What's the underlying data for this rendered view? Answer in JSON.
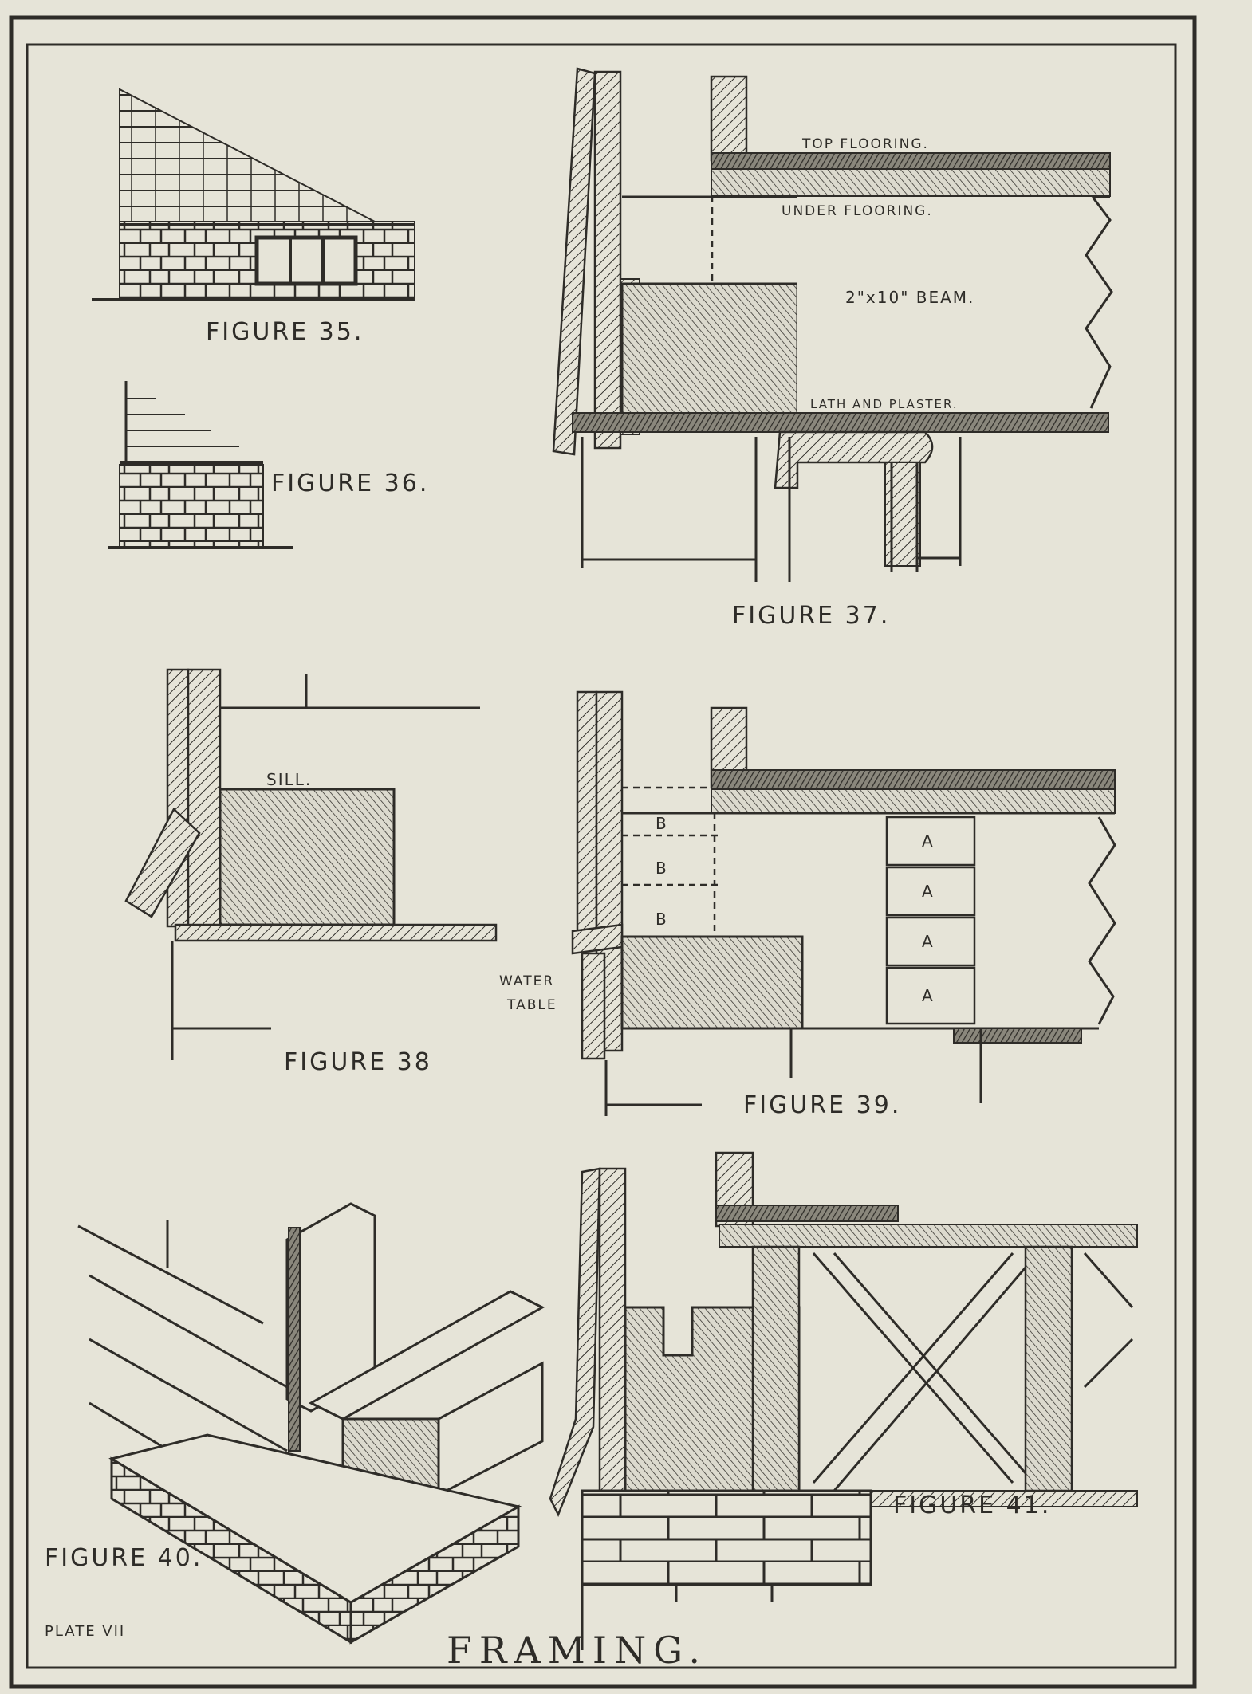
{
  "plate": {
    "title": "FRAMING.",
    "plate_number": "PLATE VII"
  },
  "figures": {
    "fig35": {
      "caption": "FIGURE 35."
    },
    "fig36": {
      "caption": "FIGURE 36."
    },
    "fig37": {
      "caption": "FIGURE 37.",
      "labels": {
        "top_flooring": "TOP FLOORING.",
        "under_flooring": "UNDER FLOORING.",
        "beam": "2\"x10\" BEAM.",
        "lath": "LATH AND PLASTER."
      }
    },
    "fig38": {
      "caption": "FIGURE 38",
      "labels": {
        "sill": "SILL."
      }
    },
    "fig39": {
      "caption": "FIGURE 39.",
      "labels": {
        "water": "WATER",
        "table": "TABLE",
        "a": "A",
        "b": "B"
      }
    },
    "fig40": {
      "caption": "FIGURE 40."
    },
    "fig41": {
      "caption": "FIGURE 41."
    }
  },
  "colors": {
    "ink": "#2e2c28",
    "paper": "#e6e4d8"
  }
}
